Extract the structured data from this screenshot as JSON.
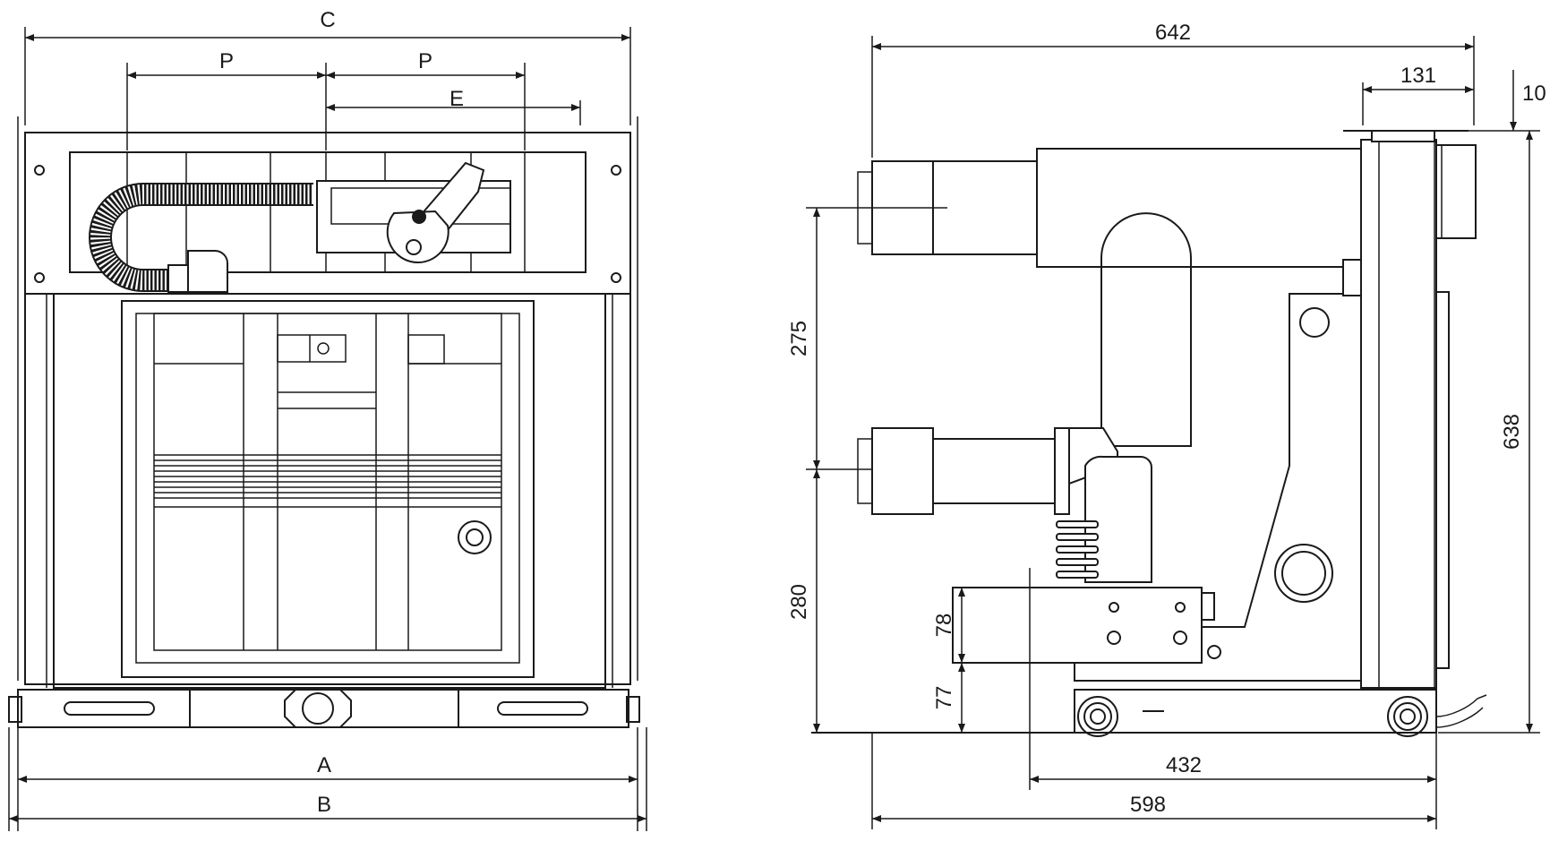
{
  "front_view": {
    "labels": {
      "C": "C",
      "P1": "P",
      "P2": "P",
      "E": "E",
      "A": "A",
      "B": "B"
    }
  },
  "side_view": {
    "labels": {
      "d642": "642",
      "d131": "131",
      "d10": "10",
      "d638": "638",
      "d275": "275",
      "d280": "280",
      "d78": "78",
      "d77": "77",
      "d432": "432",
      "d598": "598"
    }
  }
}
